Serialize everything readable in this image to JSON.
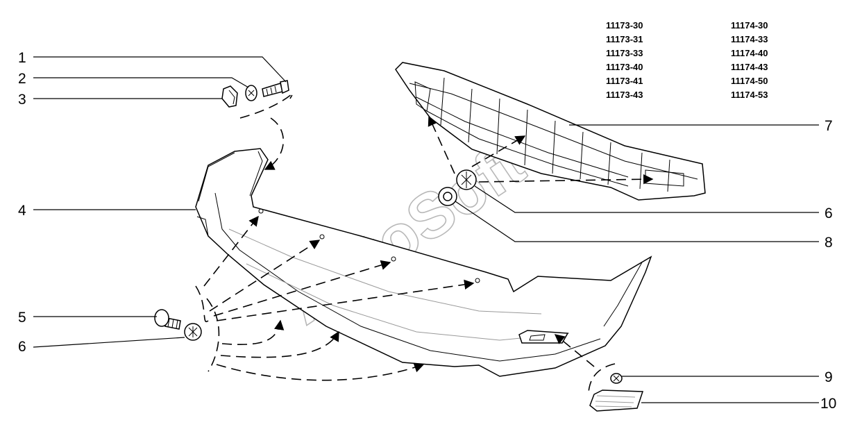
{
  "codes": {
    "col1": [
      "11173-30",
      "11173-31",
      "11173-33",
      "11173-40",
      "11173-41",
      "11173-43"
    ],
    "col2": [
      "11174-30",
      "11174-33",
      "11174-40",
      "11174-43",
      "11174-50",
      "11174-53"
    ]
  },
  "callouts": [
    "1",
    "2",
    "3",
    "4",
    "5",
    "6",
    "6",
    "7",
    "8",
    "9",
    "10"
  ],
  "watermark": "AutoSoft"
}
